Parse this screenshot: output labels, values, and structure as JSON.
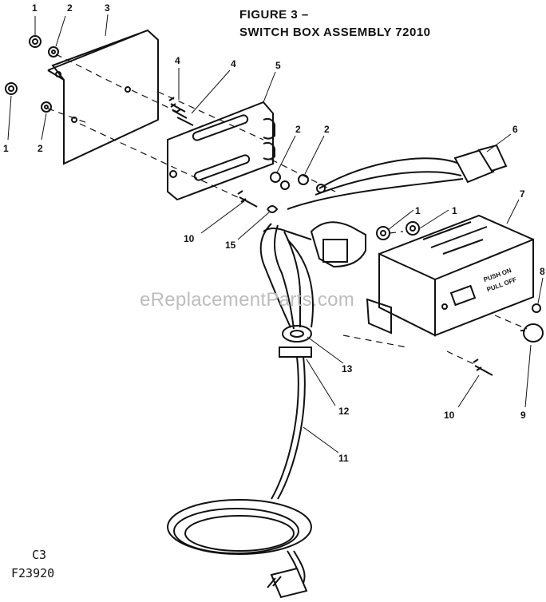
{
  "figure": {
    "title_line1": "FIGURE 3 –",
    "title_line2": "SWITCH BOX ASSEMBLY 72010"
  },
  "codes": {
    "code1": "C3",
    "code2": "F23920"
  },
  "watermark": "eReplacementParts.com",
  "switch_label": {
    "line1": "PUSH ON",
    "line2": "PULL OFF"
  },
  "callouts": {
    "c1a": "1",
    "c2a": "2",
    "c3": "3",
    "c1b": "1",
    "c2b": "2",
    "c4a": "4",
    "c4b": "4",
    "c5": "5",
    "c2c": "2",
    "c2d": "2",
    "c6": "6",
    "c7": "7",
    "c1c": "1",
    "c1d": "1",
    "c8": "8",
    "c10a": "10",
    "c15": "15",
    "c13": "13",
    "c12": "12",
    "c11": "11",
    "c10b": "10",
    "c9": "9"
  }
}
